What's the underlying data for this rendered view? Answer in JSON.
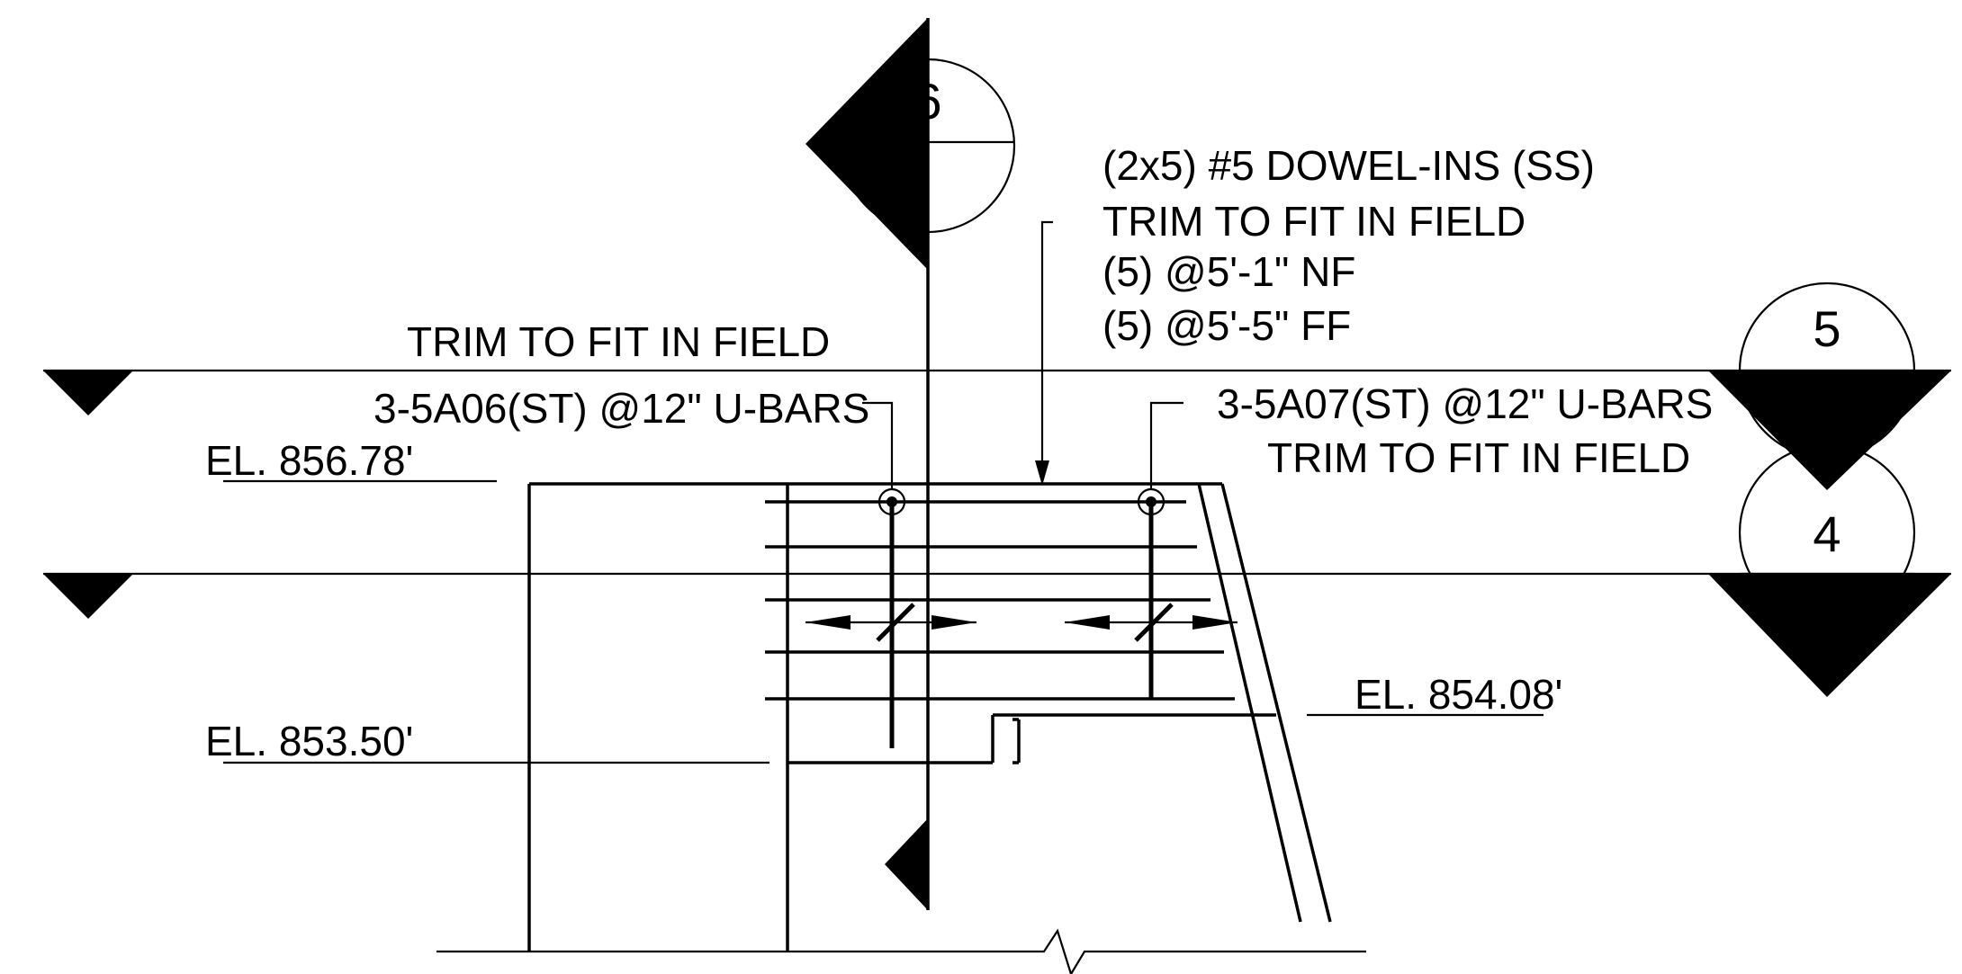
{
  "grid_markers": {
    "vertical": {
      "number": "6"
    },
    "upper_right": {
      "number": "5"
    },
    "lower_right": {
      "number": "4"
    }
  },
  "notes": {
    "dowel": [
      "(2x5) #5 DOWEL-INS (SS)",
      "TRIM TO FIT IN FIELD",
      "(5) @5'-1\" NF",
      "(5) @5'-5\" FF"
    ],
    "left_trim": "TRIM TO FIT IN FIELD",
    "left_ubars": "3-5A06(ST) @12\" U-BARS",
    "right_ubars": [
      "3-5A07(ST) @12\" U-BARS",
      "TRIM TO FIT IN FIELD"
    ]
  },
  "elevations": {
    "top_left": "EL. 856.78'",
    "bottom_left": "EL. 853.50'",
    "right": "EL. 854.08'"
  }
}
